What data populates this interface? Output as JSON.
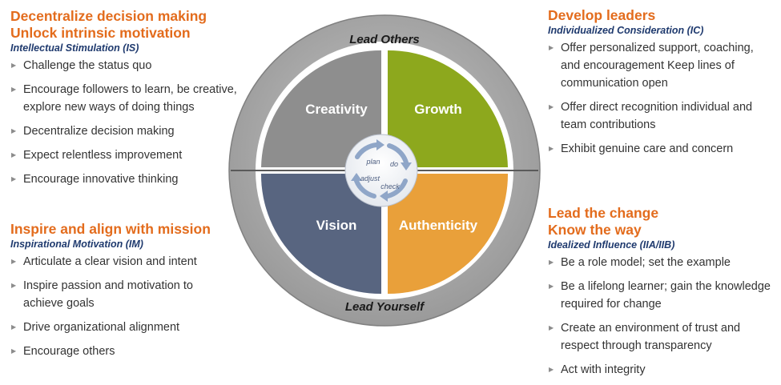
{
  "left_top": {
    "heading": [
      "Decentralize decision making",
      "Unlock intrinsic motivation"
    ],
    "subheading": "Intellectual Stimulation (IS)",
    "items": [
      "Challenge the status quo",
      "Encourage followers to learn, be creative, explore new ways of doing things",
      "Decentralize decision making",
      "Expect relentless improvement",
      "Encourage innovative thinking"
    ]
  },
  "left_bottom": {
    "heading": [
      "Inspire and align with mission"
    ],
    "subheading": "Inspirational Motivation (IM)",
    "items": [
      "Articulate a clear vision and intent",
      "Inspire passion and motivation to achieve goals",
      "Drive organizational alignment",
      "Encourage others"
    ]
  },
  "right_top": {
    "heading": [
      "Develop leaders"
    ],
    "subheading": "Individualized Consideration (IC)",
    "items": [
      "Offer personalized support, coaching, and encouragement Keep lines of communication open",
      "Offer direct recognition individual and team contributions",
      "Exhibit genuine care and concern"
    ]
  },
  "right_bottom": {
    "heading": [
      "Lead the change",
      "Know the way"
    ],
    "subheading": "Idealized Influence (IIA/IIB)",
    "items": [
      "Be a role model; set the example",
      "Be a lifelong learner; gain the knowledge required for change",
      "Create an environment of trust and respect through transparency",
      "Act with integrity"
    ]
  },
  "diagram": {
    "top_label": "Lead Others",
    "bottom_label": "Lead Yourself",
    "quadrants": {
      "creativity": "Creativity",
      "growth": "Growth",
      "vision": "Vision",
      "authenticity": "Authenticity"
    },
    "cycle": {
      "plan": "plan",
      "do": "do",
      "check": "check",
      "adjust": "adjust"
    },
    "colors": {
      "creativity": "#8e8e8e",
      "growth": "#8da81d",
      "vision": "#586580",
      "authenticity": "#e9a03a",
      "ring": "#9b9b9b",
      "heading": "#e36c1d",
      "subheading": "#1f3a6e"
    }
  }
}
